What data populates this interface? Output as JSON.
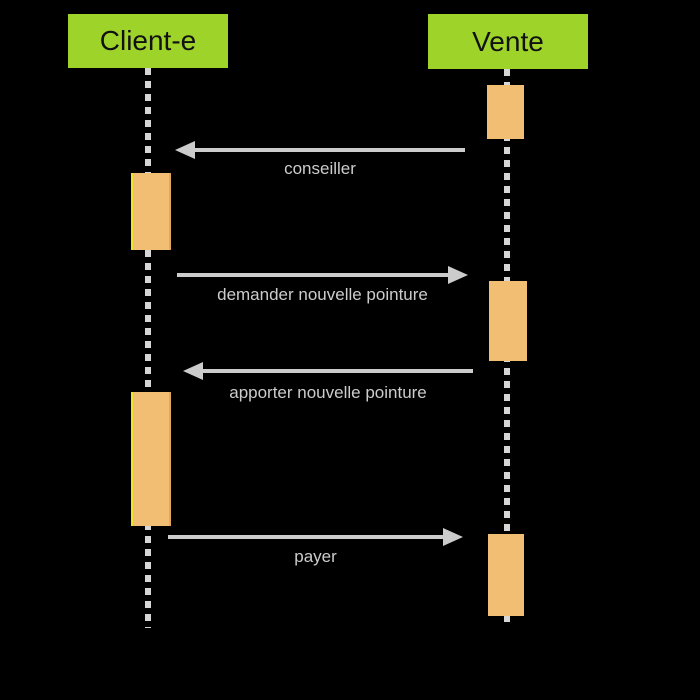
{
  "diagram": {
    "type": "uml-sequence",
    "background": "#000000",
    "actors": [
      {
        "label": "Client-e",
        "fill": "#9ED32A",
        "text_color": "#111111"
      },
      {
        "label": "Vente",
        "fill": "#9ED32A",
        "text_color": "#111111"
      }
    ],
    "messages": [
      {
        "label": "conseiller",
        "from": "Vente",
        "to": "Client-e",
        "direction": "left"
      },
      {
        "label": "demander nouvelle pointure",
        "from": "Client-e",
        "to": "Vente",
        "direction": "right"
      },
      {
        "label": "apporter nouvelle pointure",
        "from": "Vente",
        "to": "Client-e",
        "direction": "left"
      },
      {
        "label": "payer",
        "from": "Client-e",
        "to": "Vente",
        "direction": "right"
      }
    ],
    "activations": {
      "count": 5,
      "fill": "#F2BE73",
      "highlight_left": "#ECE42F"
    },
    "colors": {
      "arrow": "#CCCCCC",
      "label_text": "#CCCCCC",
      "lifeline": "#D6D6D6"
    }
  }
}
